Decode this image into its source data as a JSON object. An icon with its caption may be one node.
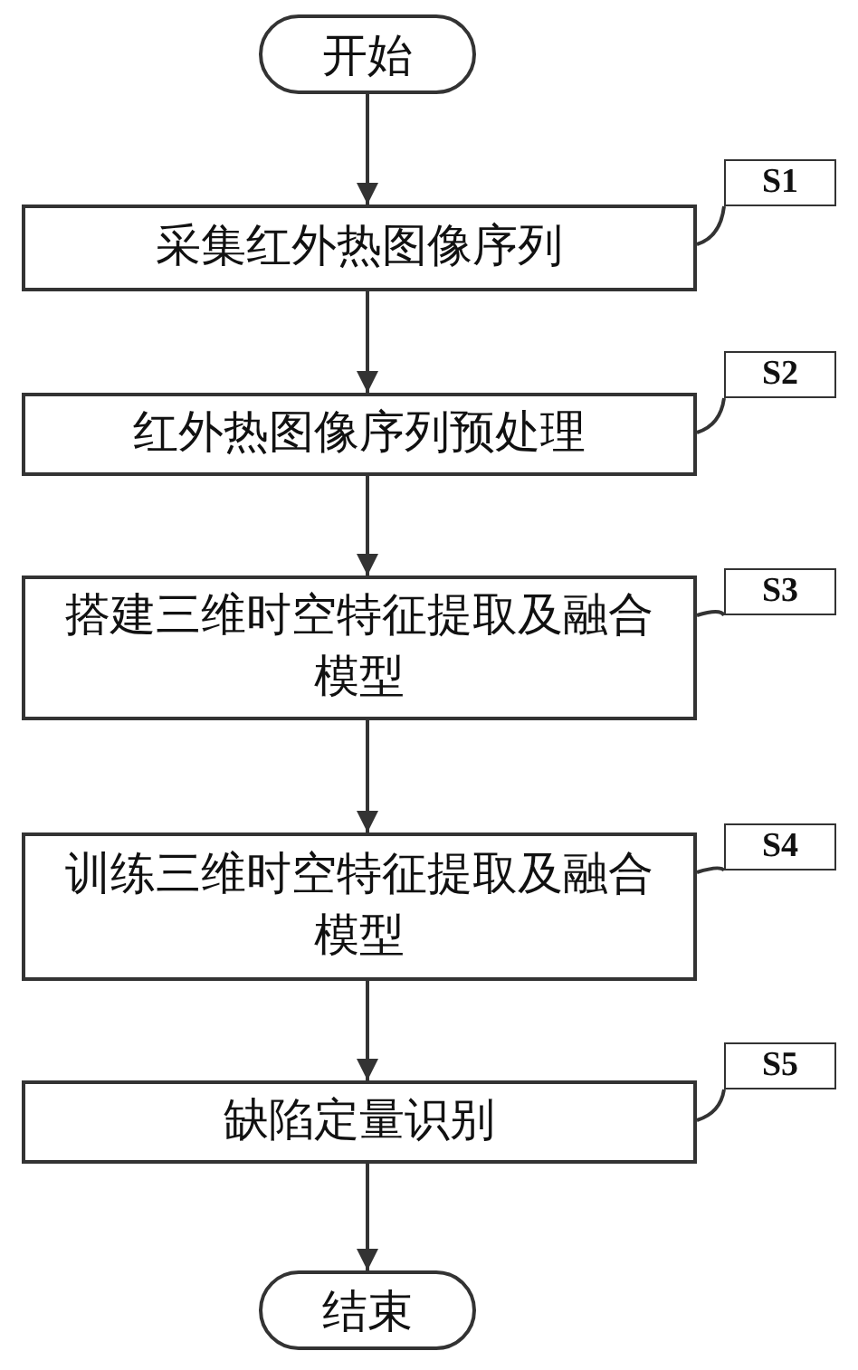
{
  "diagram": {
    "nodes": [
      {
        "text": [
          "开始"
        ]
      },
      {
        "text": [
          "采集红外热图像序列"
        ]
      },
      {
        "text": [
          "S1"
        ]
      },
      {
        "text": [
          "红外热图像序列预处理"
        ]
      },
      {
        "text": [
          "S2"
        ]
      },
      {
        "text": [
          "搭建三维时空特征提取及融合模型"
        ]
      },
      {
        "text": [
          "S3"
        ]
      },
      {
        "text": [
          "训练三维时空特征提取及融合模型"
        ]
      },
      {
        "text": [
          "S4"
        ]
      },
      {
        "text": [
          "缺陷定量识别"
        ]
      },
      {
        "text": [
          "S5"
        ]
      },
      {
        "text": [
          "结束"
        ]
      }
    ],
    "edges": [
      {
        "from": 0,
        "to": 1,
        "arrow": "to"
      },
      {
        "from": 1,
        "to": 3,
        "arrow": "to"
      },
      {
        "from": 3,
        "to": 5,
        "arrow": "to"
      },
      {
        "from": 5,
        "to": 7,
        "arrow": "to"
      },
      {
        "from": 7,
        "to": 9,
        "arrow": "to"
      },
      {
        "from": 9,
        "to": 11,
        "arrow": "to"
      },
      {
        "from": 2,
        "to": 1,
        "arrow": "none"
      },
      {
        "from": 4,
        "to": 3,
        "arrow": "none"
      },
      {
        "from": 6,
        "to": 5,
        "arrow": "none"
      },
      {
        "from": 8,
        "to": 7,
        "arrow": "none"
      },
      {
        "from": 10,
        "to": 9,
        "arrow": "none"
      }
    ]
  }
}
